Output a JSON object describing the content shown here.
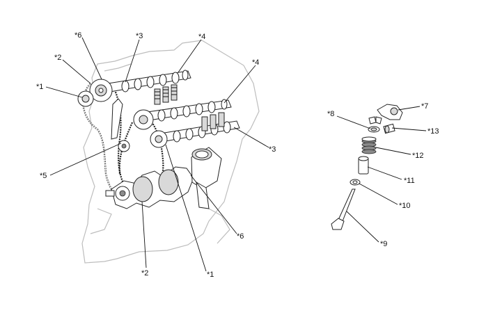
{
  "callouts": {
    "c1_top": "*1",
    "c2_top": "*2",
    "c6_top": "*6",
    "c3_top": "*3",
    "c4_top": "*4",
    "c4_mid": "*4",
    "c3_right": "*3",
    "c5": "*5",
    "c2_bottom": "*2",
    "c1_bottom": "*1",
    "c6_bottom": "*6",
    "c7": "*7",
    "c8": "*8",
    "c13": "*13",
    "c12": "*12",
    "c11": "*11",
    "c10": "*10",
    "c9": "*9"
  },
  "colors": {
    "outline": "#222222",
    "ghost_outline": "#bdbdbd",
    "shade": "#d9d9d9"
  }
}
